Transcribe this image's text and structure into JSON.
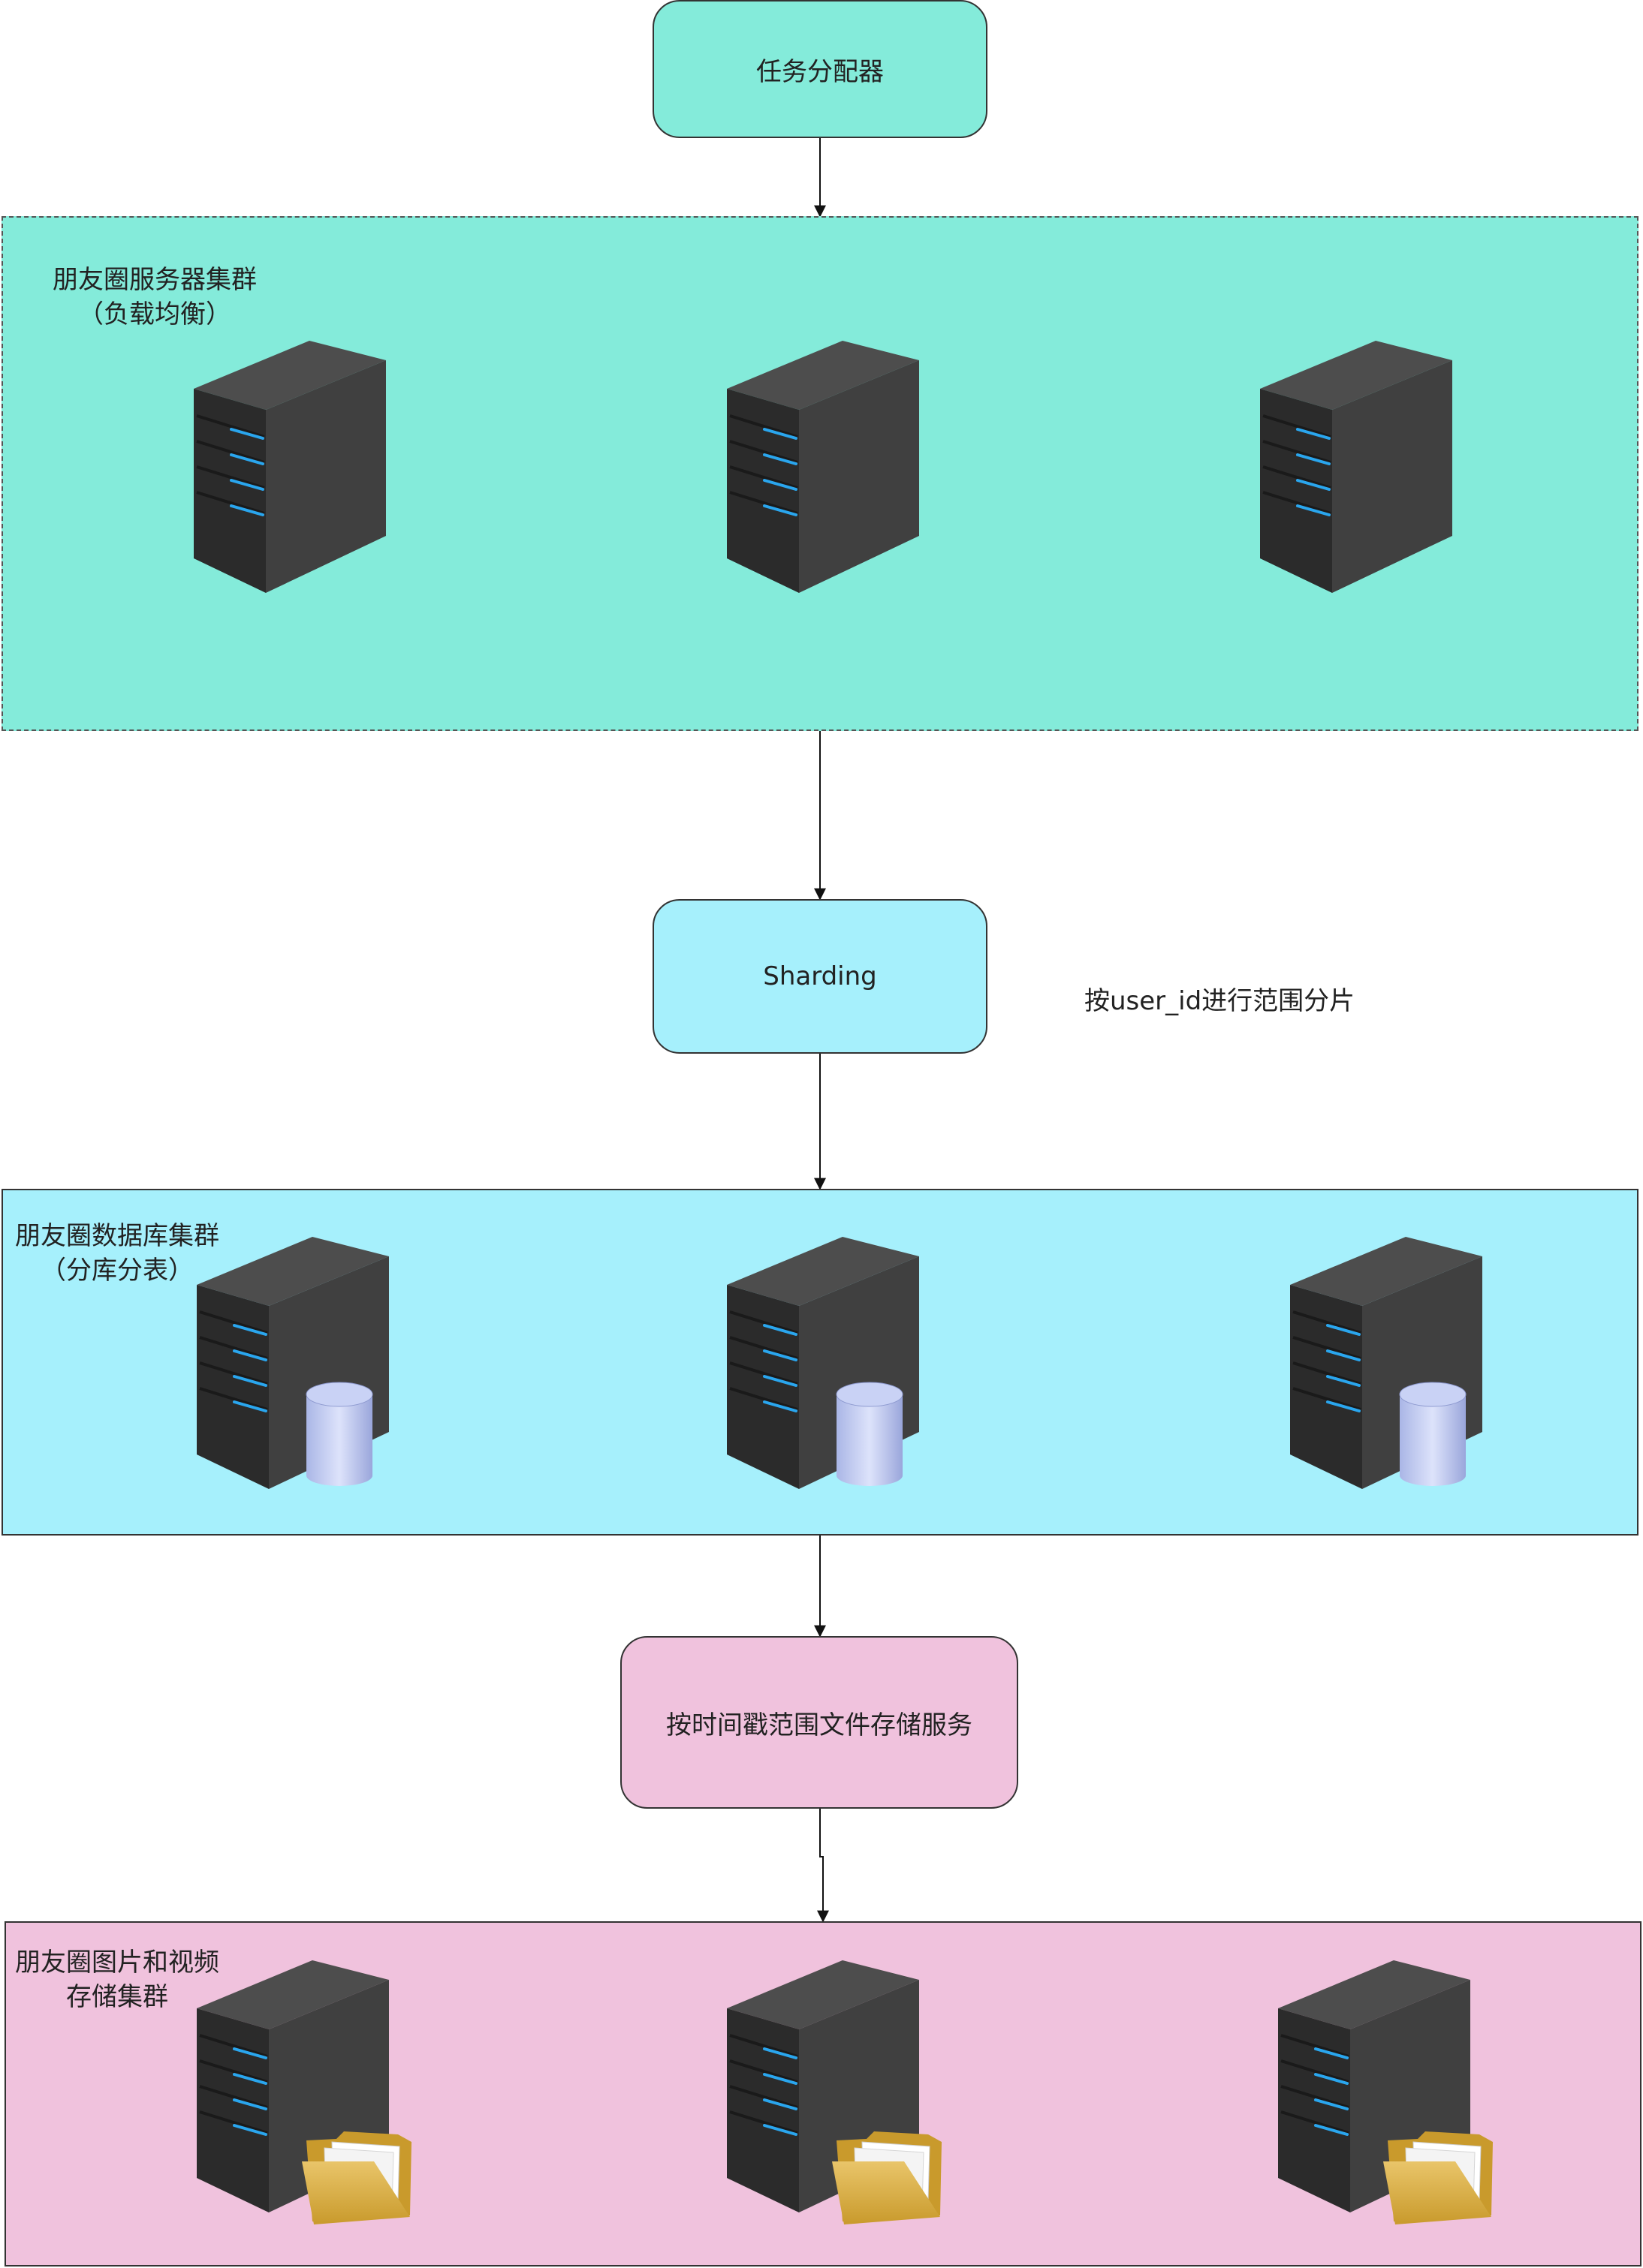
{
  "colors": {
    "teal": "#84ebda",
    "cyan": "#a6f0fc",
    "pink": "#f0c2dd",
    "server_dark": "#3a3a3a",
    "led": "#2aa6ee"
  },
  "dispatcher": {
    "label": "任务分配器"
  },
  "app_cluster": {
    "label_line1": "朋友圈服务器集群",
    "label_line2": "（负载均衡）",
    "servers": [
      "server-icon",
      "server-icon",
      "server-icon"
    ]
  },
  "sharding": {
    "label": "Sharding",
    "note": "按user_id进行范围分片"
  },
  "db_cluster": {
    "label_line1": "朋友圈数据库集群",
    "label_line2": "（分库分表）",
    "servers": [
      "database-server-icon",
      "database-server-icon",
      "database-server-icon"
    ]
  },
  "storage_service": {
    "label": "按时间戳范围文件存储服务"
  },
  "media_cluster": {
    "label_line1": "朋友圈图片和视频",
    "label_line2": "存储集群",
    "servers": [
      "file-server-icon",
      "file-server-icon",
      "file-server-icon"
    ]
  }
}
